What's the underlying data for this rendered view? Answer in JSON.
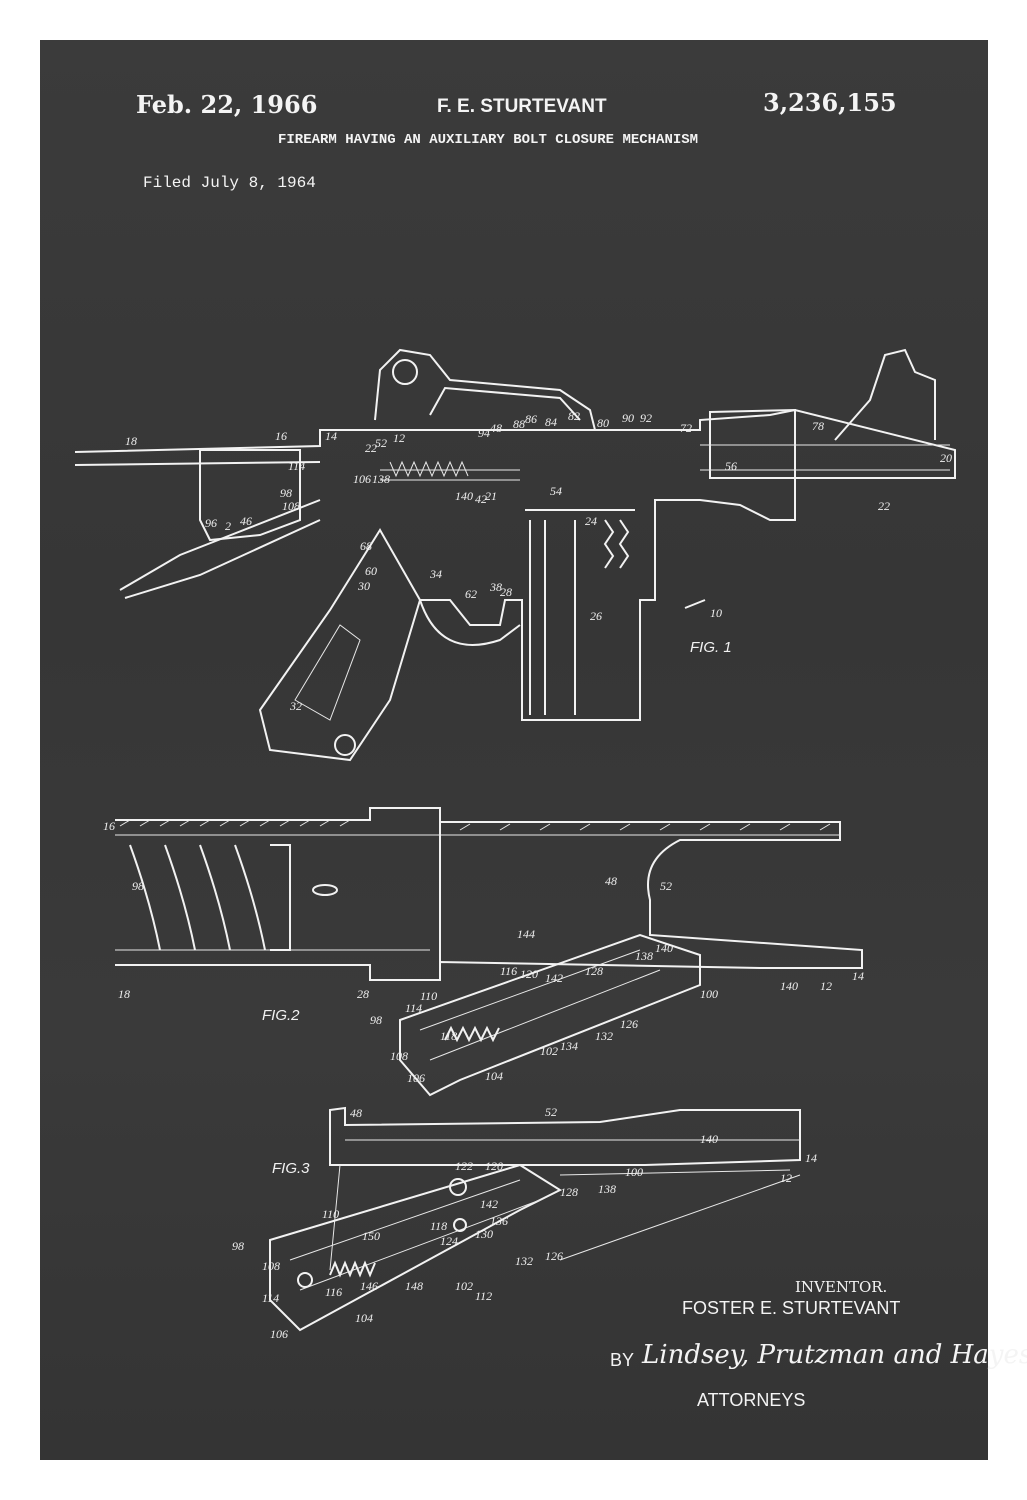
{
  "header": {
    "date": "Feb. 22, 1966",
    "inventor_short": "F. E. STURTEVANT",
    "patent_number": "3,236,155",
    "title": "FIREARM HAVING AN AUXILIARY BOLT CLOSURE MECHANISM",
    "filed": "Filed July 8, 1964"
  },
  "figures": {
    "fig1": "FIG. 1",
    "fig2": "FIG.2",
    "fig3": "FIG.3"
  },
  "reference_numerals": {
    "fig1": [
      "18",
      "16",
      "14",
      "12",
      "52",
      "22",
      "94",
      "48",
      "88",
      "86",
      "84",
      "82",
      "80",
      "90",
      "92",
      "72",
      "78",
      "20",
      "106",
      "138",
      "114",
      "98",
      "108",
      "96",
      "2",
      "46",
      "140",
      "42",
      "21",
      "54",
      "24",
      "56",
      "22",
      "26",
      "10",
      "68",
      "60",
      "30",
      "34",
      "32",
      "62",
      "38",
      "28"
    ],
    "fig2": [
      "16",
      "98",
      "48",
      "52",
      "18",
      "28",
      "144",
      "116",
      "120",
      "142",
      "128",
      "138",
      "140",
      "100",
      "140",
      "12",
      "14",
      "114",
      "110",
      "98",
      "108",
      "106",
      "104",
      "102",
      "134",
      "132",
      "126",
      "118"
    ],
    "fig3": [
      "48",
      "52",
      "140",
      "14",
      "12",
      "122",
      "120",
      "128",
      "138",
      "100",
      "118",
      "142",
      "136",
      "130",
      "110",
      "98",
      "108",
      "114",
      "106",
      "104",
      "146",
      "148",
      "150",
      "116",
      "102",
      "112",
      "126",
      "132",
      "124"
    ]
  },
  "signature_block": {
    "inventor_label": "INVENTOR.",
    "inventor_name": "FOSTER  E. STURTEVANT",
    "by": "BY",
    "attorneys_signature": "Lindsey, Prutzman and Hayes",
    "attorneys_label": "ATTORNEYS"
  },
  "colors": {
    "background": "#3a3a3a",
    "ink": "#f2f2f2",
    "border": "#ffffff"
  }
}
